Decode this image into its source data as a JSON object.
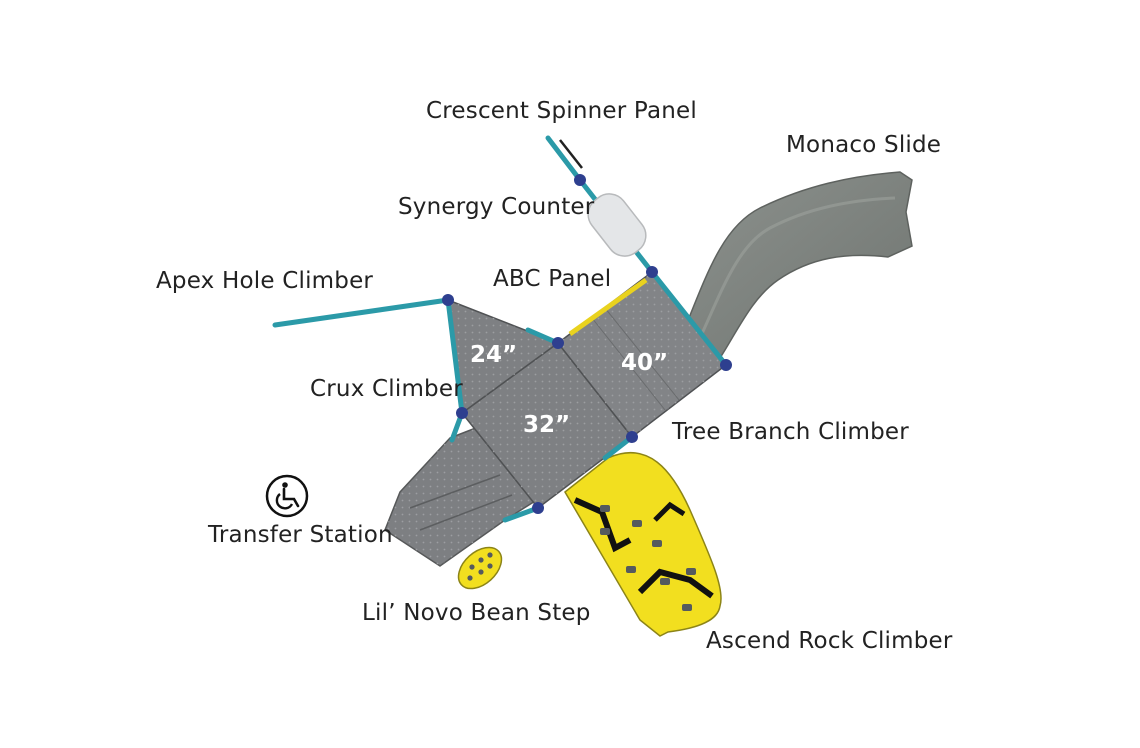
{
  "labels": {
    "crescent_spinner_panel": "Crescent Spinner Panel",
    "monaco_slide": "Monaco Slide",
    "synergy_counter": "Synergy Counter",
    "apex_hole_climber": "Apex Hole Climber",
    "abc_panel": "ABC Panel",
    "crux_climber": "Crux Climber",
    "tree_branch_climber": "Tree Branch Climber",
    "transfer_station": "Transfer Station",
    "lil_novo_bean_step": "Lil’ Novo Bean Step",
    "ascend_rock_climber": "Ascend Rock Climber"
  },
  "deck_heights": {
    "deck_24": "24”",
    "deck_32": "32”",
    "deck_40": "40”"
  },
  "icons": {
    "transfer_station": "wheelchair-accessibility-icon"
  },
  "colors": {
    "deck": "#808285",
    "frame": "#2b9aa8",
    "post": "#2e3f8f",
    "climber": "#f2df1f",
    "slide": "#7f8480"
  }
}
